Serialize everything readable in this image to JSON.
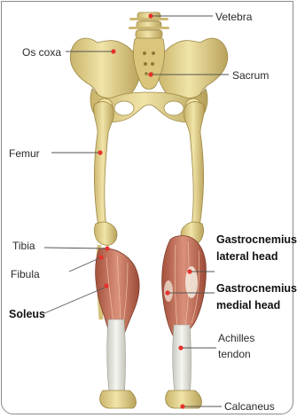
{
  "labels": {
    "vetebra": "Vetebra",
    "os_coxa": "Os coxa",
    "sacrum": "Sacrum",
    "femur": "Femur",
    "tibia": "Tibia",
    "fibula": "Fibula",
    "soleus": "Soleus",
    "gastro_lateral_1": "Gastrocnemius",
    "gastro_lateral_2": "lateral head",
    "gastro_medial_1": "Gastrocnemius",
    "gastro_medial_2": "medial head",
    "achilles_1": "Achilles",
    "achilles_2": "tendon",
    "calcaneus": "Calcaneus"
  },
  "colors": {
    "bone": "#e7d58e",
    "bone_shadow": "#b9a35a",
    "muscle": "#b9614a",
    "muscle_light": "#d8917a",
    "tendon": "#ecece6",
    "marker": "#e6322a",
    "leader": "#555555"
  }
}
